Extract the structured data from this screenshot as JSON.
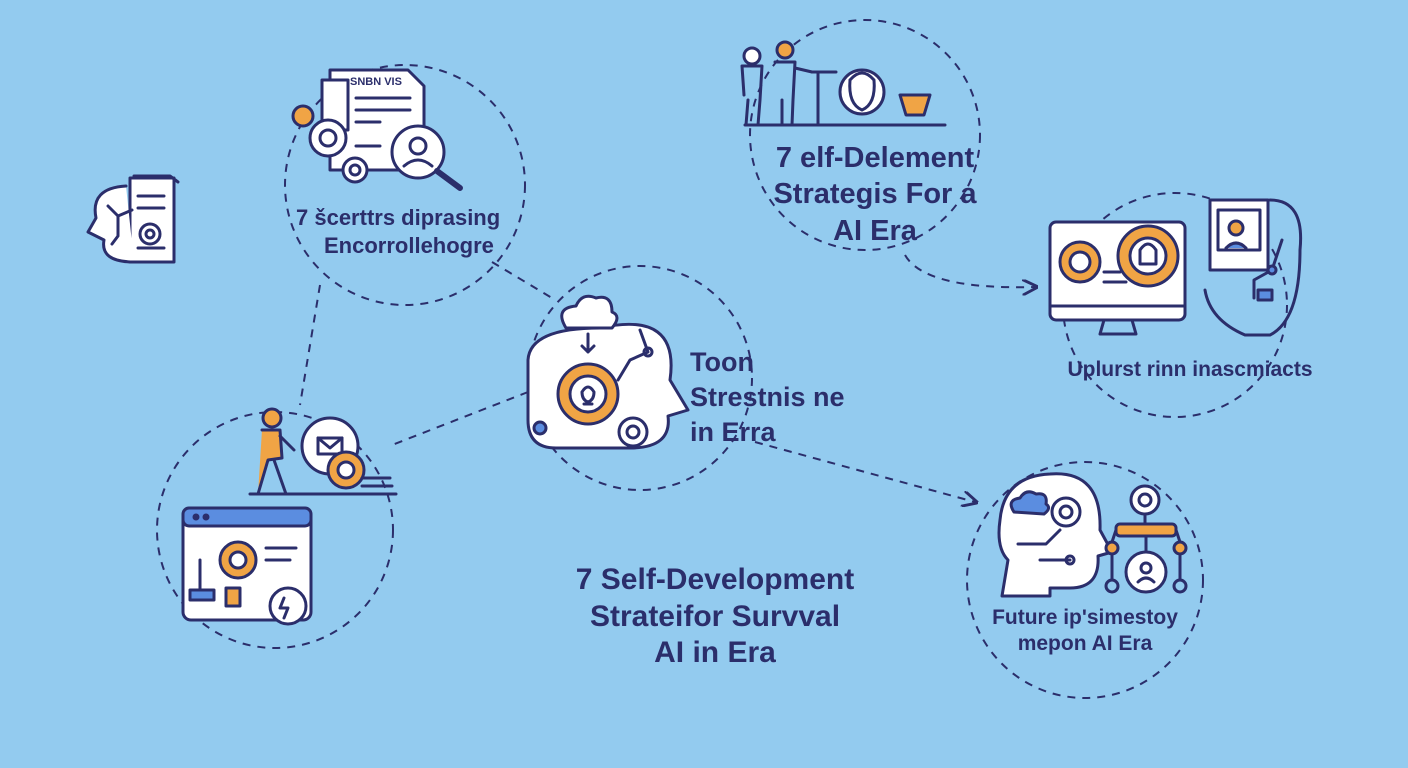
{
  "colors": {
    "background": "#93cbef",
    "text": "#2b2e6b",
    "line": "#2b2e6b",
    "accent_orange": "#f0a445",
    "accent_blue": "#5b8de0",
    "icon_fill": "#ffffff"
  },
  "nodes": {
    "top_left": {
      "doc_header": "SNBN  VIS",
      "line1": "7 šcerttrs diprasing",
      "line2": "Encorrollehogre"
    },
    "top_right": {
      "line1": "7 elf-Delement",
      "line2": "Strategis For a",
      "line3": "AI Era"
    },
    "center": {
      "line1": "Toon",
      "line2": "Strestnis ne",
      "line3": "in Erra"
    },
    "right": {
      "line1": "Uplurst rinn inascmiacts"
    },
    "bottom_right": {
      "line1": "Future ip'simestoy",
      "line2": "mepon AI Era"
    },
    "bottom_center": {
      "line1": "7 Self-Development",
      "line2": "Strateifor Survval",
      "line3": "AI in Era"
    }
  },
  "icons": [
    "document-gears-icon",
    "magnifier-person-icon",
    "head-document-icon",
    "presentation-people-icon",
    "head-gear-cloud-icon",
    "monitor-gear-icon",
    "hand-robot-arm-icon",
    "person-envelope-gear-icon",
    "browser-window-gear-icon",
    "head-circuit-icon",
    "network-hierarchy-icon"
  ]
}
